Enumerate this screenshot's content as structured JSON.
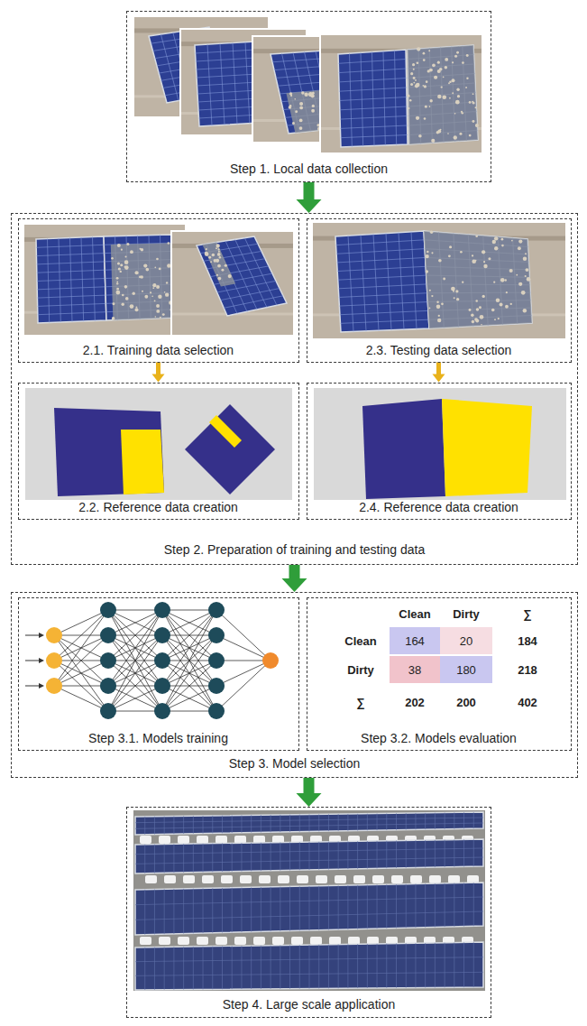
{
  "diagram": {
    "nodes": [
      {
        "text": [
          "Step 1. Local data collection"
        ]
      },
      {
        "text": [
          "Step 2. Preparation of training and testing data"
        ]
      },
      {
        "text": [
          "2.1. Training data selection"
        ],
        "in": 1
      },
      {
        "text": [
          "2.2. Reference data creation"
        ],
        "in": 1
      },
      {
        "text": [
          "2.3. Testing data selection"
        ],
        "in": 1
      },
      {
        "text": [
          "2.4. Reference data creation"
        ],
        "in": 1
      },
      {
        "text": [
          "Step 3. Model selection"
        ]
      },
      {
        "text": [
          "Step 3.1. Models training"
        ],
        "in": 6
      },
      {
        "text": [
          "Step 3.2. Models evaluation"
        ],
        "in": 6
      },
      {
        "text": [
          "Step 4. Large scale application"
        ]
      }
    ],
    "edges": [
      {
        "from": 0,
        "to": 1,
        "arrow": "to"
      },
      {
        "from": 2,
        "to": 3,
        "arrow": "to"
      },
      {
        "from": 4,
        "to": 5,
        "arrow": "to"
      },
      {
        "from": 1,
        "to": 6,
        "arrow": "to"
      },
      {
        "from": 6,
        "to": 9,
        "arrow": "to"
      }
    ],
    "labels": [
      "Clean",
      "Dirty",
      "∑",
      "Clean",
      "164",
      "20",
      "184",
      "Dirty",
      "38",
      "180",
      "218",
      "∑",
      "202",
      "200",
      "402"
    ]
  }
}
